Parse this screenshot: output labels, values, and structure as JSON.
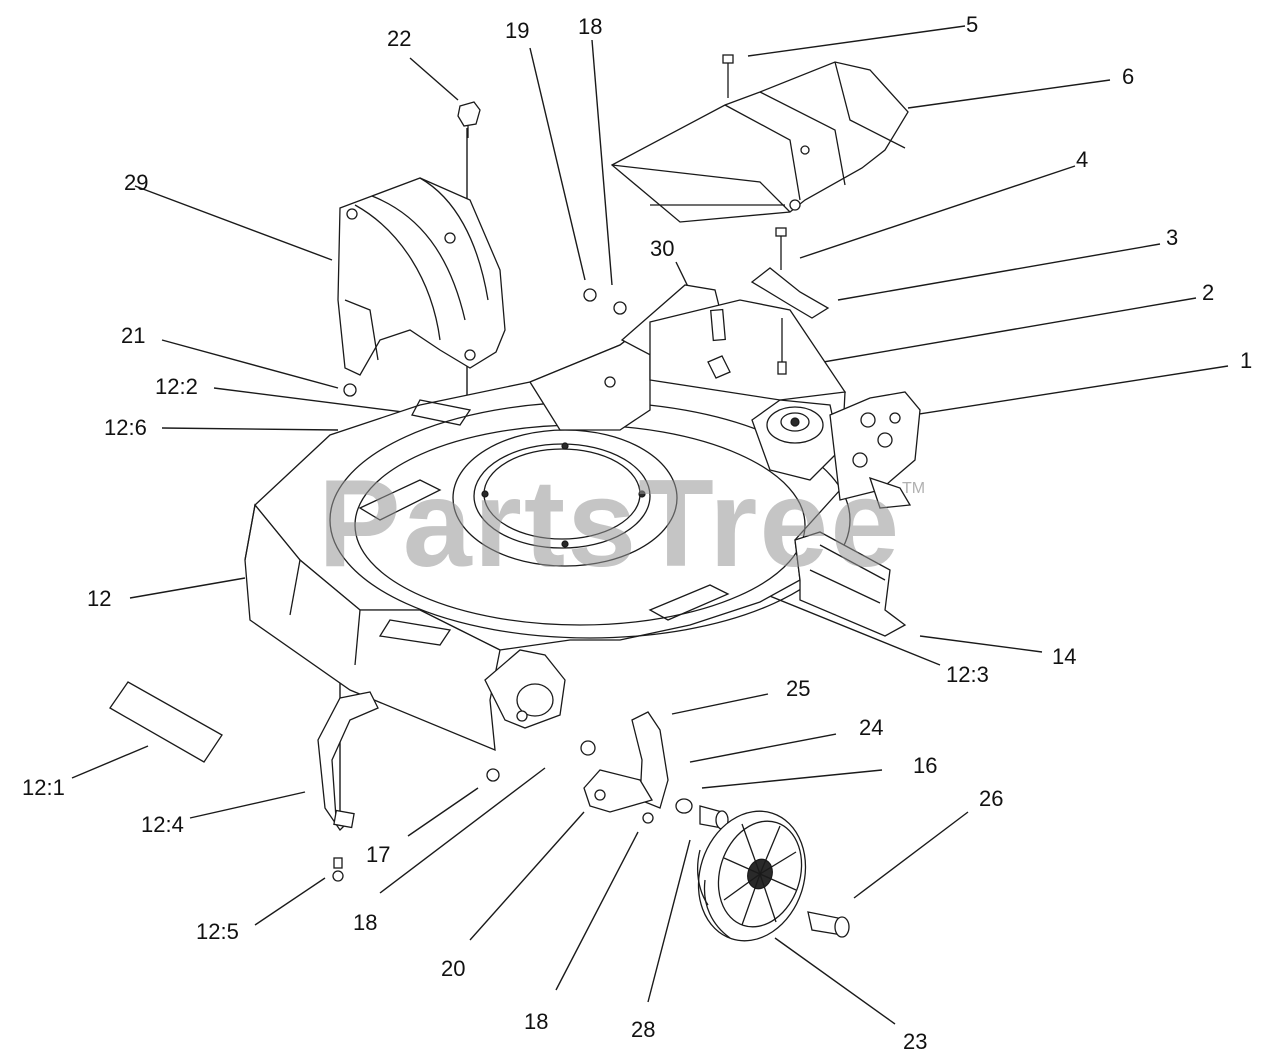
{
  "diagram": {
    "watermark": "PartsTree",
    "watermark_mark": "TM",
    "callouts": [
      {
        "id": "c-22",
        "label": "22"
      },
      {
        "id": "c-19",
        "label": "19"
      },
      {
        "id": "c-18a",
        "label": "18"
      },
      {
        "id": "c-5",
        "label": "5"
      },
      {
        "id": "c-6",
        "label": "6"
      },
      {
        "id": "c-29",
        "label": "29"
      },
      {
        "id": "c-4",
        "label": "4"
      },
      {
        "id": "c-30",
        "label": "30"
      },
      {
        "id": "c-3",
        "label": "3"
      },
      {
        "id": "c-2",
        "label": "2"
      },
      {
        "id": "c-21",
        "label": "21"
      },
      {
        "id": "c-1",
        "label": "1"
      },
      {
        "id": "c-12-2",
        "label": "12:2"
      },
      {
        "id": "c-12-6",
        "label": "12:6"
      },
      {
        "id": "c-12",
        "label": "12"
      },
      {
        "id": "c-14",
        "label": "14"
      },
      {
        "id": "c-12-3",
        "label": "12:3"
      },
      {
        "id": "c-25",
        "label": "25"
      },
      {
        "id": "c-24",
        "label": "24"
      },
      {
        "id": "c-16",
        "label": "16"
      },
      {
        "id": "c-12-1",
        "label": "12:1"
      },
      {
        "id": "c-26",
        "label": "26"
      },
      {
        "id": "c-12-4",
        "label": "12:4"
      },
      {
        "id": "c-17",
        "label": "17"
      },
      {
        "id": "c-18b",
        "label": "18"
      },
      {
        "id": "c-12-5",
        "label": "12:5"
      },
      {
        "id": "c-20",
        "label": "20"
      },
      {
        "id": "c-18c",
        "label": "18"
      },
      {
        "id": "c-28",
        "label": "28"
      },
      {
        "id": "c-23",
        "label": "23"
      }
    ]
  }
}
